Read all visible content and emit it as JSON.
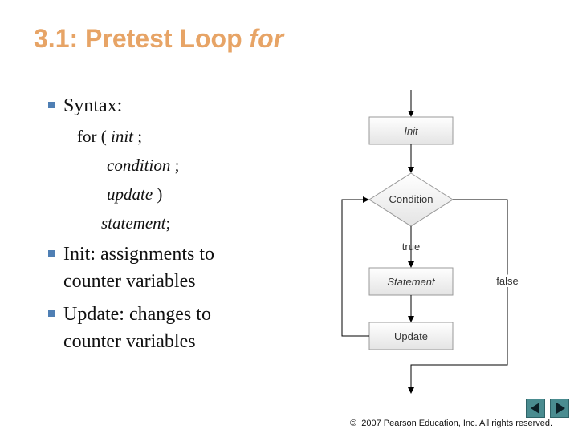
{
  "title": {
    "main": "3.1: Pretest Loop ",
    "italic": "for"
  },
  "syntax": {
    "heading": "Syntax:",
    "line1_prefix": "for ( ",
    "line1_italic": "init",
    "line1_suffix": " ;",
    "line2_italic": "condition",
    "line2_suffix": " ;",
    "line3_italic": "update",
    "line3_suffix": " )",
    "line4_italic": "statement",
    "line4_suffix": ";"
  },
  "bullets": [
    {
      "line1": "Init: assignments to",
      "line2": "counter variables"
    },
    {
      "line1": "Update: changes to",
      "line2": "counter variables"
    }
  ],
  "flowchart": {
    "init": "Init",
    "condition": "Condition",
    "true_label": "true",
    "statement": "Statement",
    "false_label": "false",
    "update": "Update"
  },
  "footer": {
    "copyright_symbol": "©",
    "text": "2007 Pearson Education, Inc.  All rights reserved."
  },
  "colors": {
    "title": "#e7a466",
    "bullet": "#4f7fb4",
    "nav": "#4a8c90"
  },
  "nav": {
    "prev_icon": "left-triangle-icon",
    "next_icon": "right-triangle-icon"
  }
}
